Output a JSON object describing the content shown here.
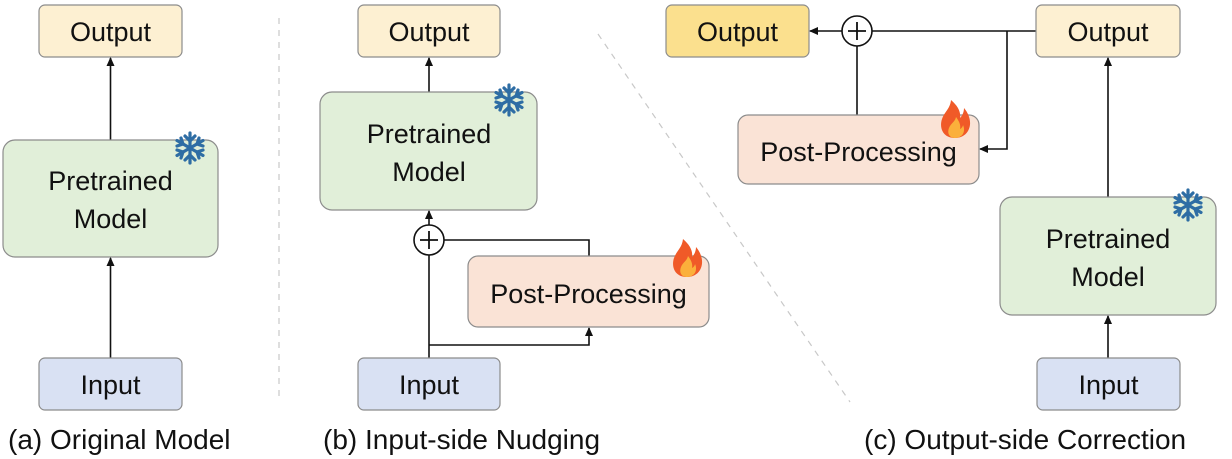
{
  "panels": {
    "a": {
      "caption": "(a) Original Model",
      "output_label": "Output",
      "model_label_line1": "Pretrained",
      "model_label_line2": "Model",
      "input_label": "Input"
    },
    "b": {
      "caption": "(b) Input-side Nudging",
      "output_label": "Output",
      "model_label_line1": "Pretrained",
      "model_label_line2": "Model",
      "postproc_label": "Post-Processing",
      "input_label": "Input"
    },
    "c": {
      "caption": "(c) Output-side Correction",
      "final_output_label": "Output",
      "model_output_label": "Output",
      "postproc_label": "Post-Processing",
      "model_label_line1": "Pretrained",
      "model_label_line2": "Model",
      "input_label": "Input"
    }
  },
  "icons": {
    "frozen": "snowflake-icon",
    "trainable": "flame-icon",
    "sum": "plus-circle-icon"
  },
  "colors": {
    "output_box": "#fdf0d2",
    "output_box_highlight": "#fbe08e",
    "model_box": "#e1efd9",
    "input_box": "#d9e1f3",
    "postproc_box": "#fae3d6",
    "box_border": "#8c8c8c",
    "snowflake": "#2e6da4",
    "flame_outer": "#f05a28",
    "flame_inner": "#fbb03b"
  }
}
